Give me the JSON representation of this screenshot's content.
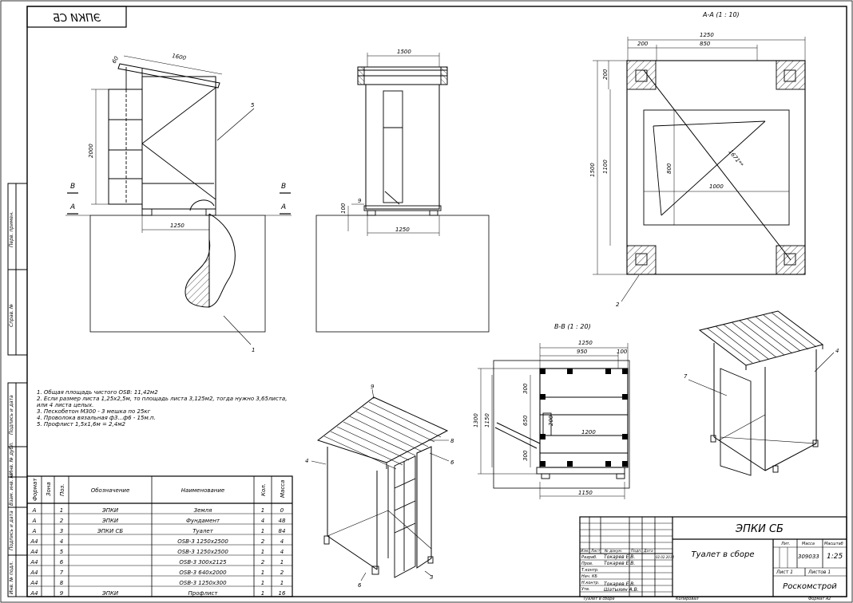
{
  "sheet": {
    "stamp_mirror": "ЭПКИ СБ",
    "format": "Формат А2",
    "copied": "Копировал"
  },
  "side_labels": [
    "Перв. примен.",
    "Справ. №",
    "Подпись и дата",
    "Инв. № дубл.",
    "Взам. инв. №",
    "Подпись и дата",
    "Инв. № подл."
  ],
  "views": {
    "section_aa": "А-А (1 : 10)",
    "section_bb": "В-В (1 : 20)"
  },
  "cut_marks": {
    "a": "А",
    "b": "В"
  },
  "dimensions": {
    "side_top": "1600",
    "side_tilt": "60",
    "side_height": "2000",
    "side_base": "1250",
    "front_top": "1500",
    "front_base": "1250",
    "front_small_a": "100",
    "front_small_b": "9",
    "aa_total": "1250",
    "aa_left": "200",
    "aa_mid": "850",
    "aa_height": "1500",
    "aa_inner_h": "1100",
    "aa_corner": "200",
    "aa_inner_w": "1000",
    "aa_window_h": "800",
    "aa_diag": "1671**",
    "bb_total": "1250",
    "bb_mid": "950",
    "bb_small": "100",
    "bb_h1": "1300",
    "bb_h2": "1150",
    "bb_a": "300",
    "bb_b": "650",
    "bb_c": "300",
    "bb_d": "200",
    "bb_inner": "1200",
    "bb_bottom": "1150"
  },
  "leaders": [
    "1",
    "2",
    "3",
    "4",
    "5",
    "6",
    "7",
    "8",
    "9"
  ],
  "notes": [
    "1.   Общая площадь чистого OSB: 11,42м2",
    "2.   Если размер листа 1,25х2,5м, то площадь листа 3,125м2, тогда нужно 3,65листа,",
    "       или 4 листа целых.",
    "3.   Пескобетон М300 - 3 мешка по 25кг",
    "4.   Проволока вязальная ф3...ф6 - 15м.п.",
    "5.   Профлист 1,5х1,6м = 2,4м2"
  ],
  "spec": {
    "headers": [
      "Формат",
      "Зона",
      "Поз.",
      "Обозначение",
      "Наименование",
      "Кол.",
      "Масса"
    ],
    "rows": [
      [
        "А",
        "",
        "1",
        "ЭПКИ",
        "Земля",
        "1",
        "0"
      ],
      [
        "А",
        "",
        "2",
        "ЭПКИ",
        "Фундамент",
        "4",
        "48"
      ],
      [
        "А",
        "",
        "3",
        "ЭПКИ СБ",
        "Туалет",
        "1",
        "84"
      ],
      [
        "А4",
        "",
        "4",
        "",
        "OSB-3  1250х2500",
        "2",
        "4"
      ],
      [
        "А4",
        "",
        "5",
        "",
        "OSB-3  1250х2500",
        "1",
        "4"
      ],
      [
        "А4",
        "",
        "6",
        "",
        "OSB-3  300х2125",
        "2",
        "1"
      ],
      [
        "А4",
        "",
        "7",
        "",
        "OSB-3  640х2000",
        "1",
        "2"
      ],
      [
        "А4",
        "",
        "8",
        "",
        "OSB-3  1250х300",
        "1",
        "1"
      ],
      [
        "А4",
        "",
        "9",
        "ЭПКИ",
        "Профлист",
        "1",
        "16"
      ]
    ]
  },
  "title_block": {
    "designation": "ЭПКИ СБ",
    "name": "Туалет в сборе",
    "org": "Роскомстрой",
    "lit": "Лит.",
    "mass_label": "Масса",
    "scale_label": "Масштаб",
    "mass": "309033",
    "scale": "1:25",
    "sheet": "Лист 1",
    "sheets": "Листов 1",
    "col_izm": "Изм.",
    "col_list": "Лист",
    "col_doc": "№ докум.",
    "col_sign": "Подп.",
    "col_date": "Дата",
    "r_razrab": "Разраб.",
    "r_prov": "Пров.",
    "r_tkontr": "Т.контр.",
    "r_nach": "Нач. КБ",
    "r_nkontr": "Н.контр.",
    "r_utv": "Утв.",
    "razrab_name": "Токарев Е.В.",
    "razrab_date": "02.02.2014",
    "prov_name": "Токарев Е.В.",
    "nkontr_name": "Токарев Е.В.",
    "utv_name": "Шатыхин А.В."
  }
}
